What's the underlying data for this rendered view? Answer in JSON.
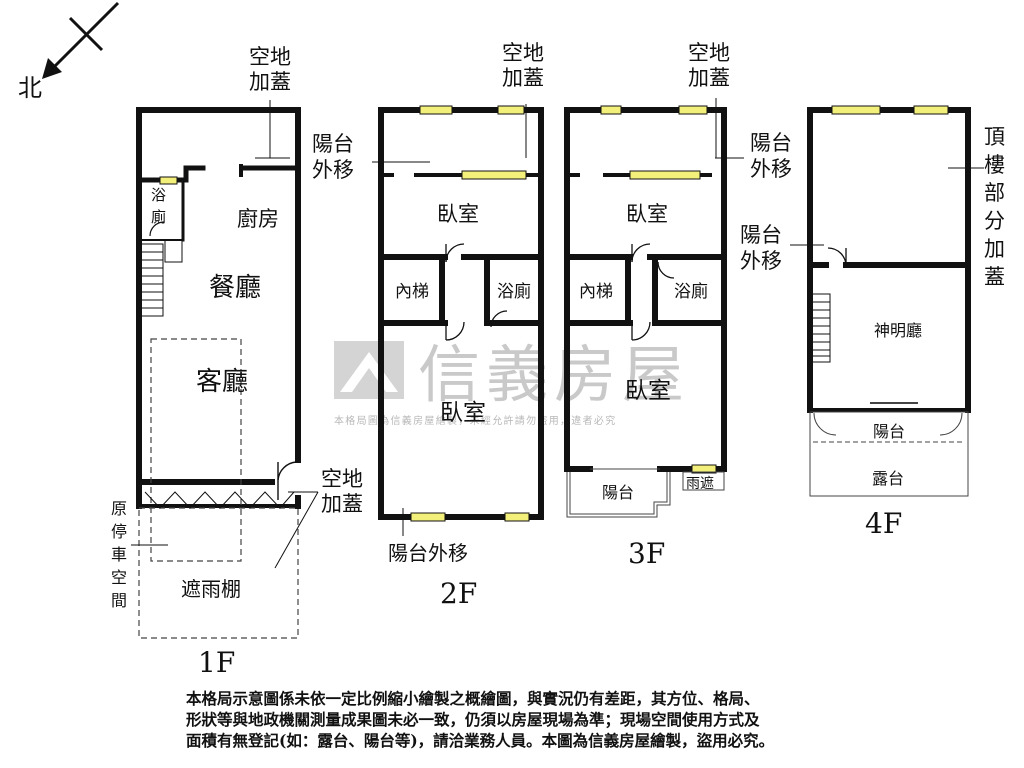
{
  "compass": {
    "north": "北"
  },
  "floors": {
    "f1": {
      "label": "1F",
      "rooms": {
        "bath": "浴廁",
        "kitchen": "廚房",
        "dining": "餐廳",
        "living": "客廳",
        "shelter": "遮雨棚"
      },
      "notes": {
        "open_area_top": "空地加蓋",
        "open_area_bottom": "空地加蓋",
        "parking": "原停車空間"
      }
    },
    "f2": {
      "label": "2F",
      "rooms": {
        "bedroom_front": "臥室",
        "inner_stair": "內梯",
        "bath": "浴廁",
        "bedroom_back": "臥室"
      },
      "notes": {
        "open_area": "空地加蓋",
        "balcony_top": "陽台外移",
        "balcony_bottom": "陽台外移"
      }
    },
    "f3": {
      "label": "3F",
      "rooms": {
        "bedroom_front": "臥室",
        "inner_stair": "內梯",
        "bath": "浴廁",
        "bedroom_back": "臥室",
        "balcony": "陽台",
        "canopy": "雨遮"
      },
      "notes": {
        "open_area": "空地加蓋",
        "balcony_top": "陽台外移"
      }
    },
    "f4": {
      "label": "4F",
      "rooms": {
        "shrine": "神明廳",
        "balcony": "陽台",
        "terrace": "露台"
      },
      "notes": {
        "balcony_move": "陽台外移",
        "roof_addition": "頂樓部分加蓋"
      }
    }
  },
  "watermark": {
    "brand": "信義房屋",
    "notice": "本格局圖為信義房屋繪製，未經允許請勿盜用，違者必究"
  },
  "disclaimer": [
    "本格局示意圖係未依一定比例縮小繪製之概繪圖，與實況仍有差距，其方位、格局、",
    "形狀等與地政機關測量成果圖未必一致，仍須以房屋現場為準；現場空間使用方式及",
    "面積有無登記(如：露台、陽台等)，請洽業務人員。本圖為信義房屋繪製，盜用必究。"
  ],
  "colors": {
    "wall": "#111111",
    "window": "#f2f07a",
    "watermark": "#c9c9c9"
  }
}
